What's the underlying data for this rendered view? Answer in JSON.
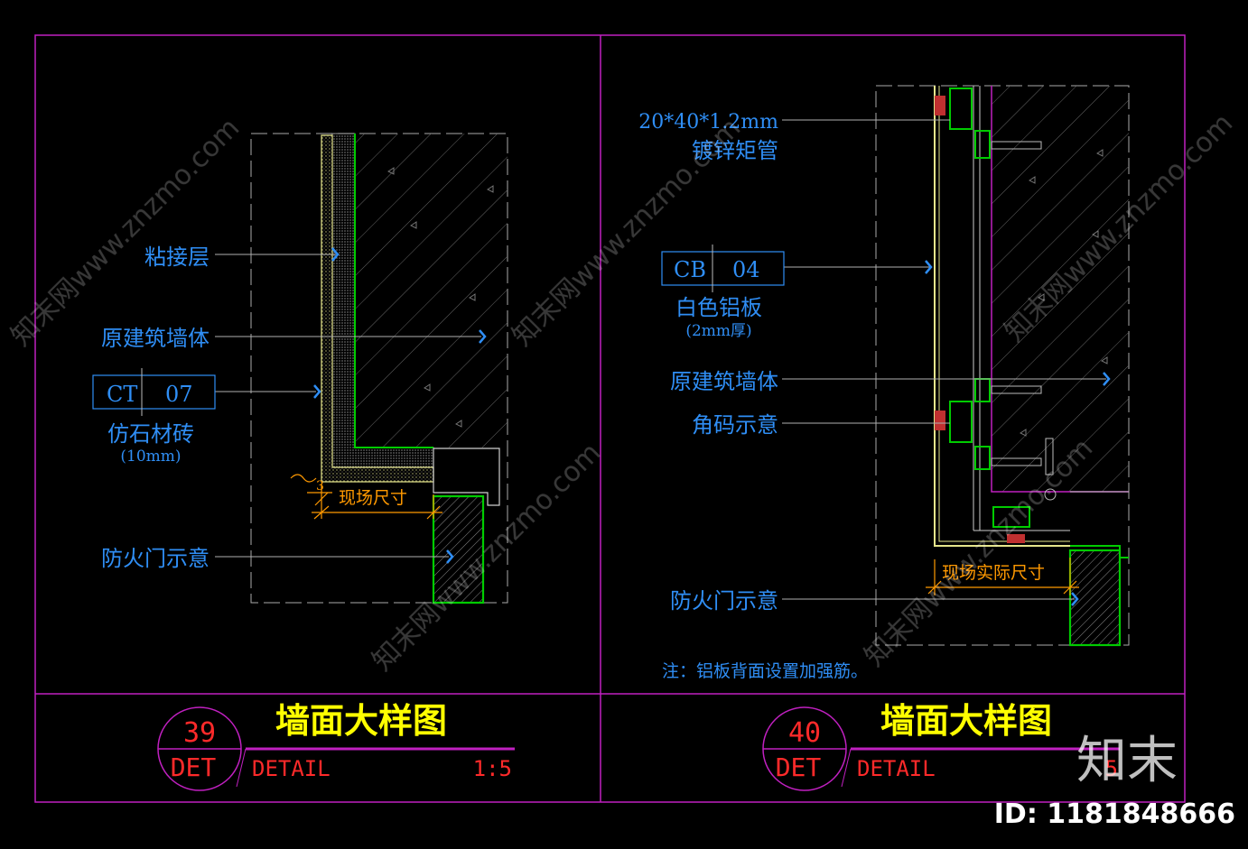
{
  "colors": {
    "frame": "#c020c0",
    "label": "#2f8ef5",
    "leader": "#b0b0b0",
    "title": "#ffff00",
    "detail_id": "#ff2a2a",
    "dimension": "#ff9900",
    "door_frame": "#00cc00",
    "finish": "#e6e68c"
  },
  "detail_39": {
    "labels": {
      "adhesive": "粘接层",
      "wall": "原建筑墙体",
      "material_code": "CT",
      "material_num": "07",
      "material_name": "仿石材砖",
      "material_thk": "(10mm)",
      "fire_door": "防火门示意",
      "dimension": "现场尺寸",
      "dim_small": "3"
    },
    "title_block": {
      "number": "39",
      "tag": "DET",
      "title": "墙面大样图",
      "subtitle": "DETAIL",
      "scale": "1:5"
    }
  },
  "detail_40": {
    "labels": {
      "tube": "20*40*1.2mm",
      "tube_name": "镀锌矩管",
      "material_code": "CB",
      "material_num": "04",
      "material_name": "白色铝板",
      "material_thk": "(2mm厚)",
      "wall": "原建筑墙体",
      "bracket": "角码示意",
      "fire_door": "防火门示意",
      "dimension": "现场实际尺寸",
      "note": "注：铝板背面设置加强筋。"
    },
    "title_block": {
      "number": "40",
      "tag": "DET",
      "title": "墙面大样图",
      "subtitle": "DETAIL",
      "scale": "5"
    }
  },
  "watermark": {
    "site": "知末网www.znzmo.com",
    "logo": "知末",
    "id": "ID: 1181848666"
  }
}
